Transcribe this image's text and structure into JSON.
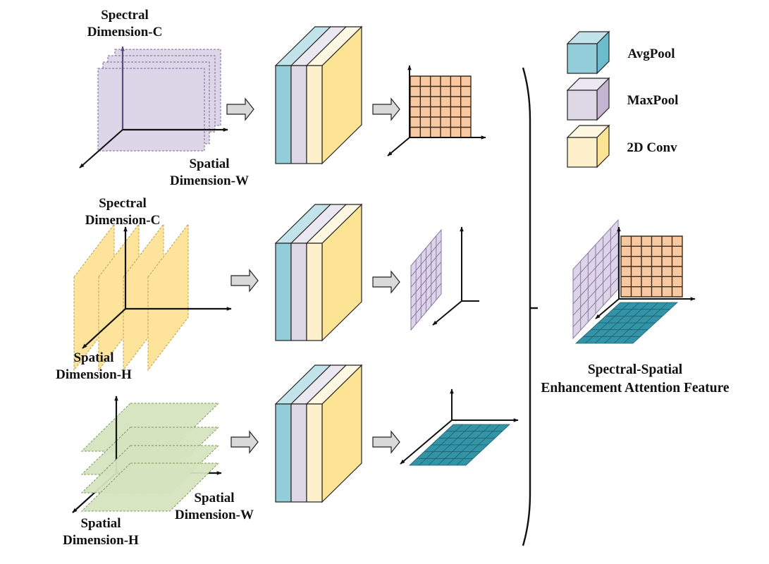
{
  "title": "Spectral-Spatial Enhancement Attention Module",
  "colors": {
    "avgpool_front": "#93cdd9",
    "avgpool_top": "#c3e3ea",
    "avgpool_side": "#6bbccd",
    "maxpool_front": "#ddd7e6",
    "maxpool_top": "#ebe8f1",
    "maxpool_side": "#c3b5d1",
    "conv_front": "#fff0cc",
    "conv_top": "#fef8e3",
    "conv_side": "#fde394",
    "purple_plane": "#dcd6e8",
    "yellow_plane": "#fde49a",
    "green_plane": "#d5e4bf",
    "orange_grid": "#f8c8a0",
    "lavender_grid": "#ddd4ea",
    "teal_grid": "#3394a7",
    "arrow_fill": "#d9d9d9"
  },
  "branches": [
    {
      "name": "spectral-width",
      "axis_labels": {
        "vertical": [
          "Spectral",
          "Dimension-C"
        ],
        "horizontal": [
          "Spatial",
          "Dimension-W"
        ]
      },
      "output_map": "orange-grid"
    },
    {
      "name": "spectral-height",
      "axis_labels": {
        "vertical": [
          "Spectral",
          "Dimension-C"
        ],
        "depth": [
          "Spatial",
          "Dimension-H"
        ]
      },
      "output_map": "lavender-grid"
    },
    {
      "name": "spatial",
      "axis_labels": {
        "horizontal": [
          "Spatial",
          "Dimension-W"
        ],
        "depth": [
          "Spatial",
          "Dimension-H"
        ]
      },
      "output_map": "teal-grid"
    }
  ],
  "block_layers": [
    "AvgPool",
    "MaxPool",
    "2D Conv"
  ],
  "legend": [
    {
      "label": "AvgPool",
      "color_key": "avgpool"
    },
    {
      "label": "MaxPool",
      "color_key": "maxpool"
    },
    {
      "label": "2D Conv",
      "color_key": "conv"
    }
  ],
  "output_label": [
    "Spectral-Spatial",
    "Enhancement Attention Feature"
  ],
  "grid_size": 6
}
